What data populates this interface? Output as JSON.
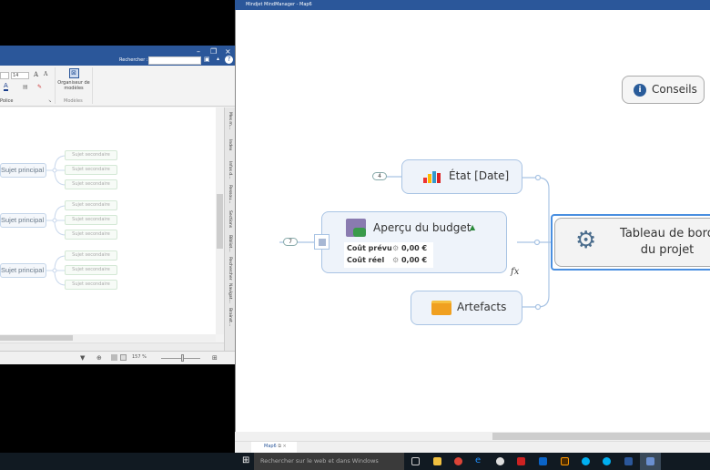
{
  "word": {
    "search_label": "Rechercher :",
    "font_size": "14",
    "group_font": "Police",
    "organizer_label": "Organiseur de modèles",
    "group_models": "Modèles",
    "zoom": "157 %",
    "side_panel": [
      "Mes m…",
      "Index",
      "Infos d…",
      "Ressou…",
      "Sections",
      "Bibliot…",
      "Rechercher",
      "Navigat…",
      "Brainst…"
    ],
    "topics": [
      {
        "label": "Sujet principal",
        "subs": [
          "Sujet secondaire",
          "Sujet secondaire",
          "Sujet secondaire"
        ]
      },
      {
        "label": "Sujet principal",
        "subs": [
          "Sujet secondaire",
          "Sujet secondaire",
          "Sujet secondaire"
        ]
      },
      {
        "label": "Sujet principal",
        "subs": [
          "Sujet secondaire",
          "Sujet secondaire",
          "Sujet secondaire"
        ]
      }
    ]
  },
  "mindmanager": {
    "title": "Mindjet MindManager - Map6",
    "tab": "Map6",
    "central": {
      "line1": "Tableau de bord",
      "line2": "du projet",
      "icon": "gears-icon"
    },
    "conseils": {
      "label": "Conseils",
      "icon": "info-icon"
    },
    "etat": {
      "label": "État [Date]",
      "count": "4",
      "icon": "bar-chart-icon"
    },
    "budget": {
      "label": "Aperçu du budget",
      "count": "7",
      "icon": "budget-icon",
      "formula": "fx",
      "rows": [
        {
          "name": "Coût prévu",
          "value": "0,00 €"
        },
        {
          "name": "Coût réel",
          "value": "0,00 €"
        }
      ]
    },
    "artefacts": {
      "label": "Artefacts",
      "icon": "folder-icon"
    }
  },
  "taskbar": {
    "search_placeholder": "Rechercher sur le web et dans Windows",
    "apps": [
      "task-view",
      "file-explorer",
      "chrome",
      "edge",
      "app",
      "mindmanager",
      "outlook",
      "illustrator",
      "skype",
      "skype",
      "word",
      "word"
    ]
  },
  "colors": {
    "accent": "#2b579a",
    "node_border": "#a9c4e4",
    "node_fill": "#eef3fa"
  }
}
